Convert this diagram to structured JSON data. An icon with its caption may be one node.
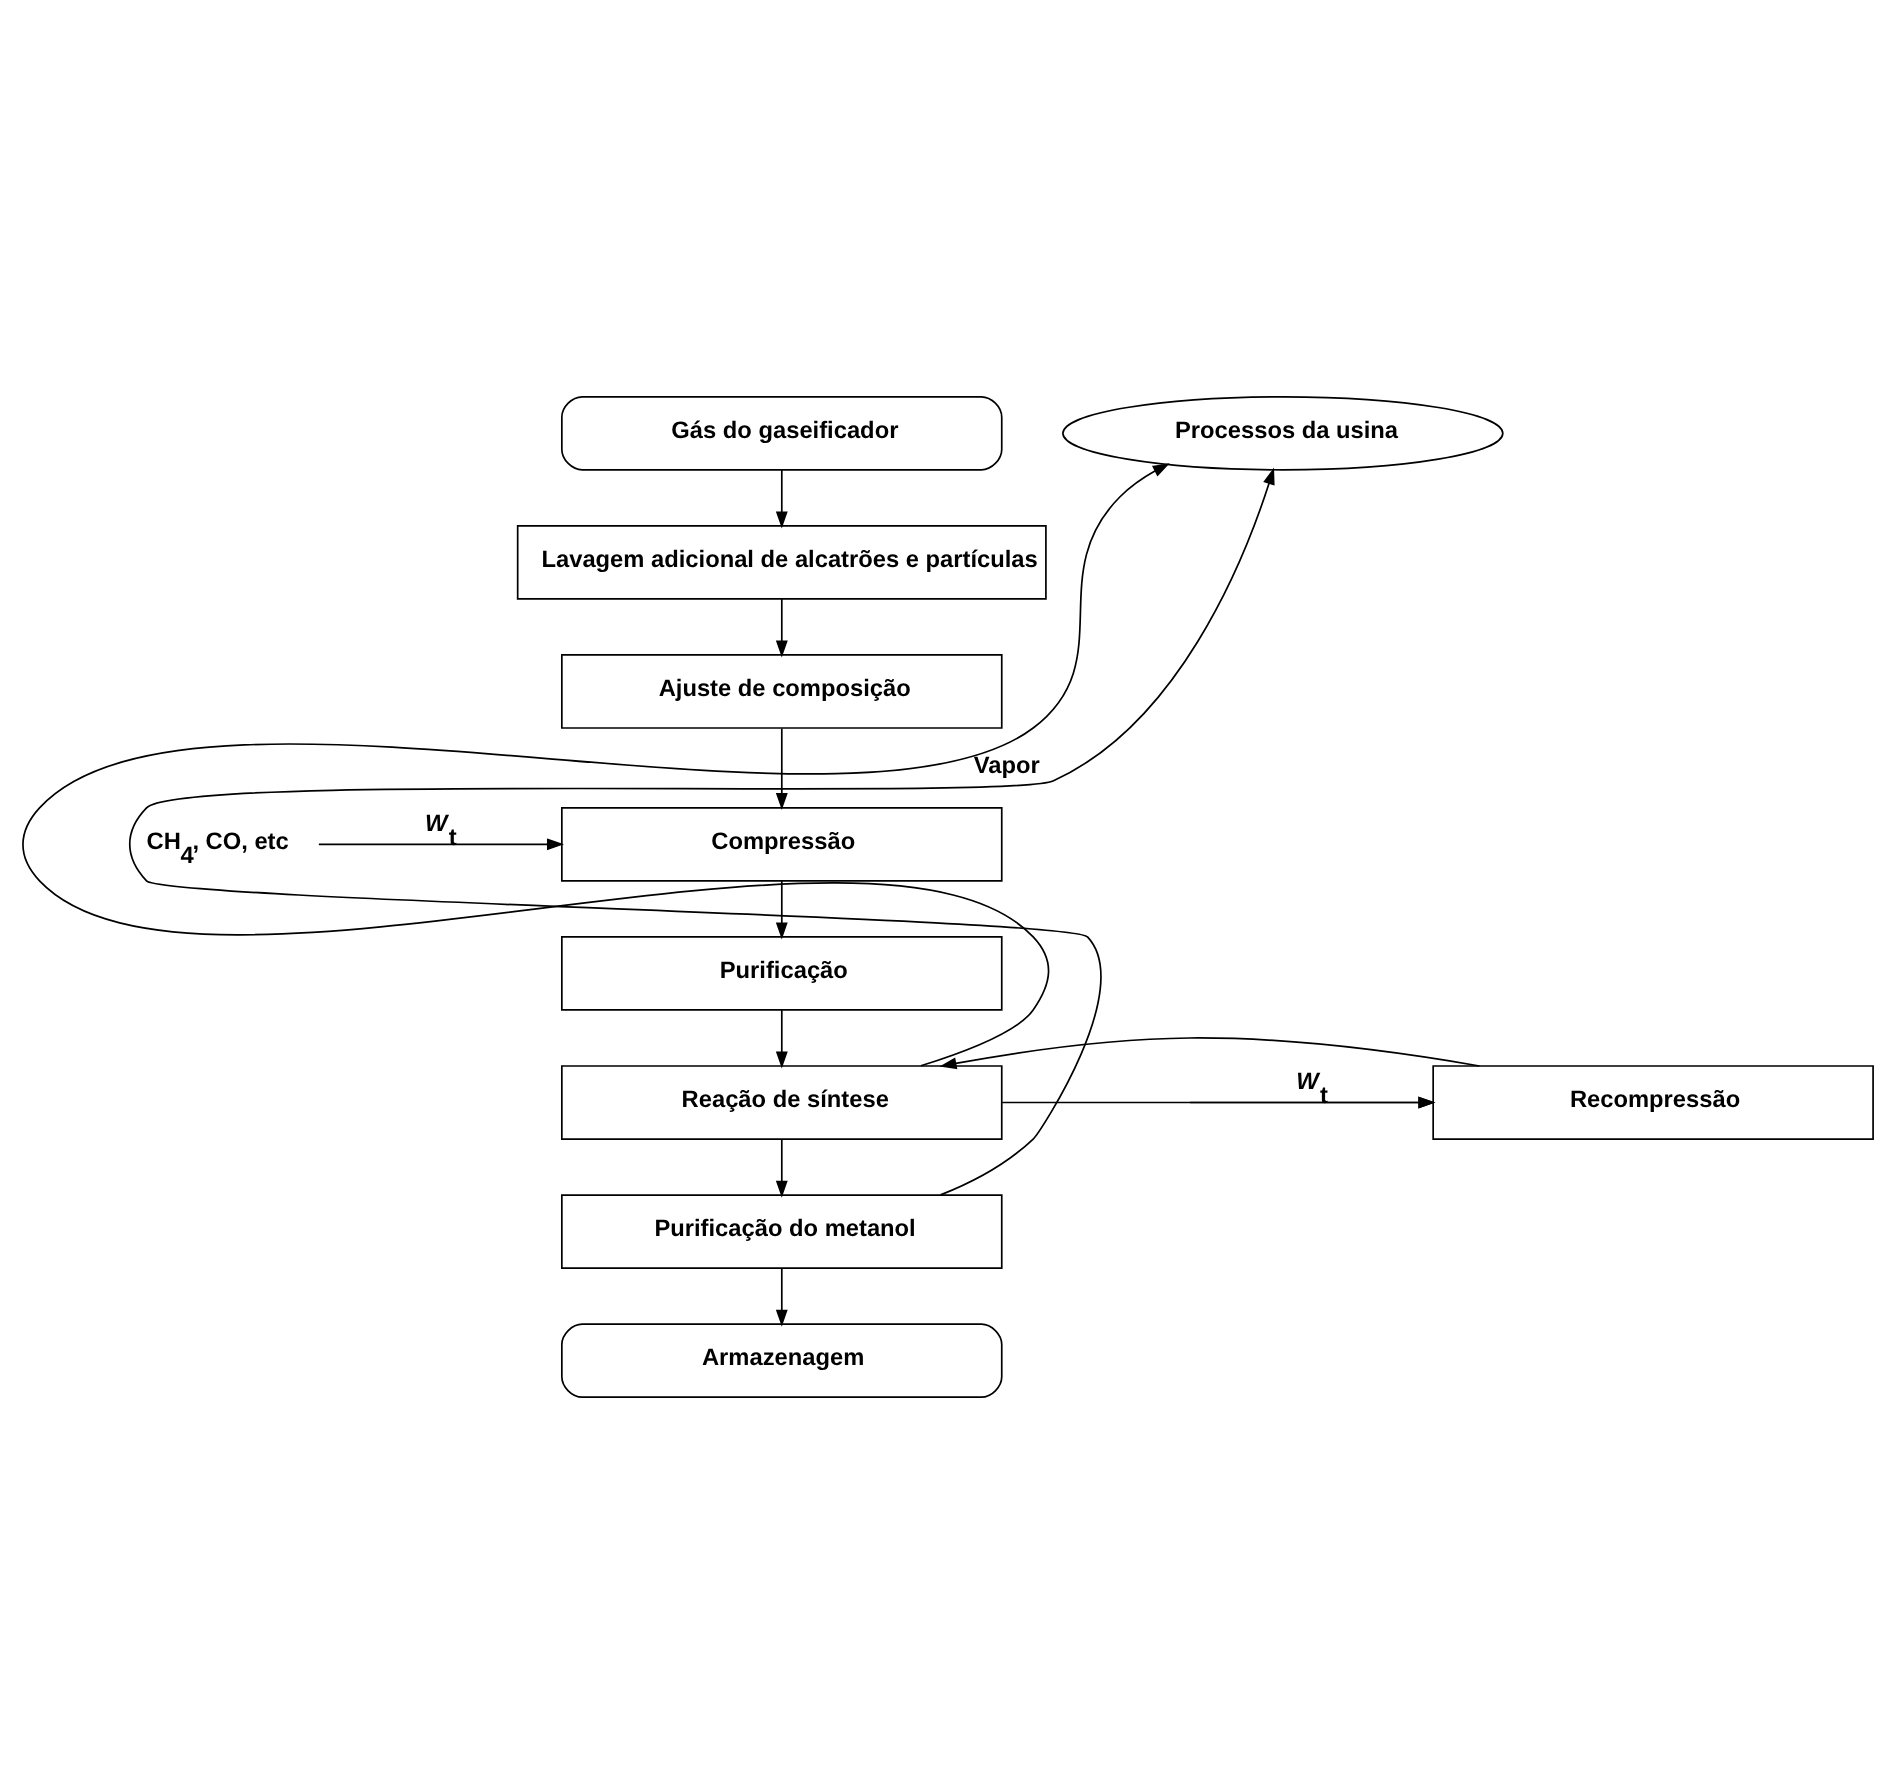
{
  "diagram": {
    "nodes": [
      {
        "text": [
          "Gás do gaseificador"
        ]
      },
      {
        "text": [
          "Processos da usina"
        ]
      },
      {
        "text": [
          "Lavagem adicional de alcatrões e partículas"
        ]
      },
      {
        "text": [
          "Ajuste de composição"
        ]
      },
      {
        "text": [
          "Compressão"
        ]
      },
      {
        "text": [
          "Purificação"
        ]
      },
      {
        "text": [
          "Recompressão"
        ]
      },
      {
        "text": [
          "Reação de síntese"
        ]
      },
      {
        "text": [
          "Purificação do metanol"
        ]
      },
      {
        "text": [
          "Armazenagem"
        ]
      }
    ],
    "edges": [
      {
        "from": 0,
        "to": 2,
        "arrow": "to"
      },
      {
        "from": 2,
        "to": 3,
        "arrow": "to"
      },
      {
        "from": 3,
        "to": 4,
        "arrow": "to"
      },
      {
        "from": null,
        "to": 4,
        "arrow": "to",
        "label": "*W*$_{t}$"
      },
      {
        "from": 4,
        "to": 5,
        "arrow": "to"
      },
      {
        "from": 5,
        "to": 7,
        "arrow": "to"
      },
      {
        "from": null,
        "to": 6,
        "arrow": "to",
        "label": "*W*$_{t}$"
      },
      {
        "from": 6,
        "to": 7,
        "arrow": "to"
      },
      {
        "from": 7,
        "to": 6,
        "arrow": "to"
      },
      {
        "from": 7,
        "to": 8,
        "arrow": "to"
      },
      {
        "from": 8,
        "to": 9,
        "arrow": "to"
      },
      {
        "from": 7,
        "to": 1,
        "arrow": "to",
        "label": "Vapor"
      },
      {
        "from": 8,
        "to": 1,
        "arrow": "to",
        "label": "CH$_{4}$, CO, etc"
      }
    ]
  }
}
